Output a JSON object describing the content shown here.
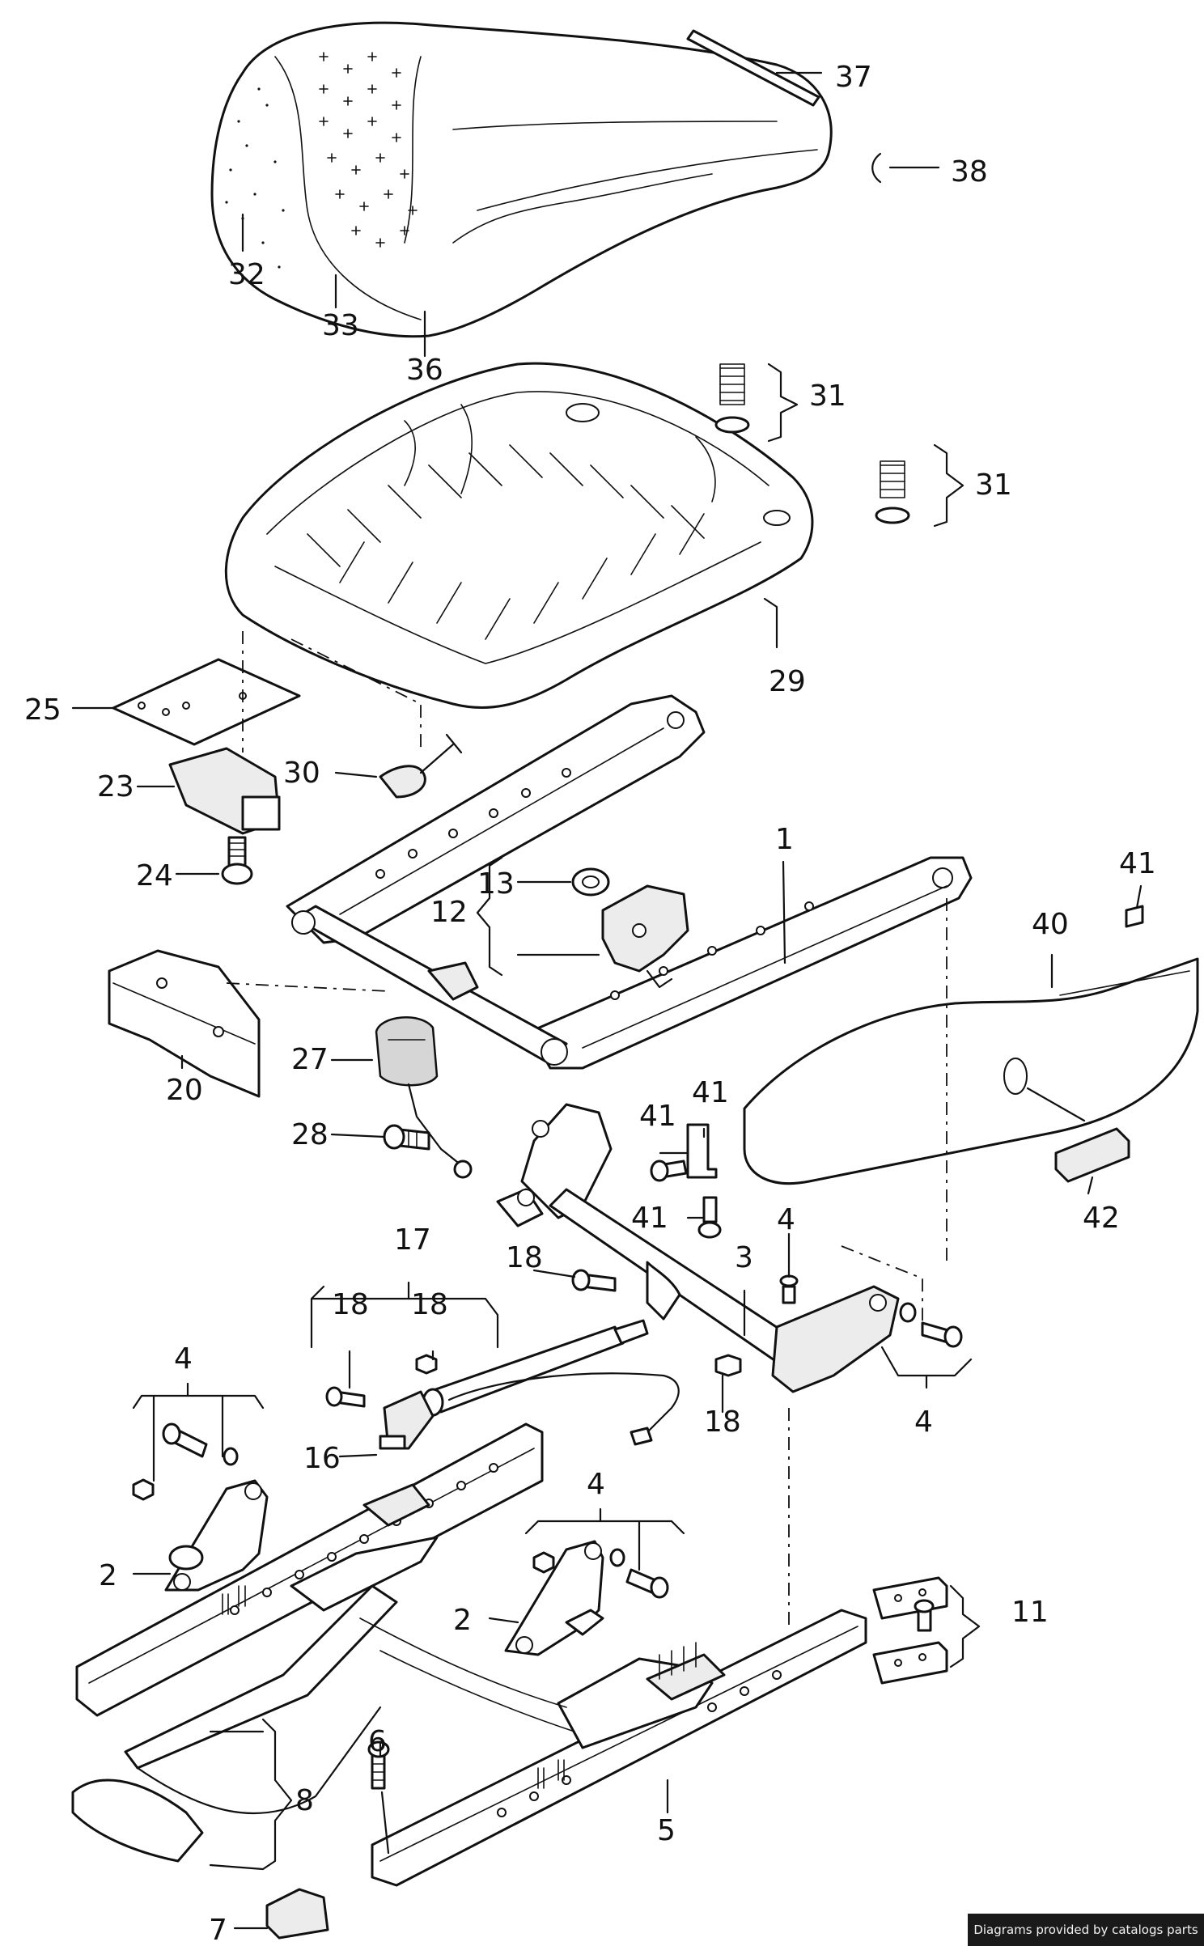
{
  "diagram": {
    "labels": [
      {
        "id": "1",
        "text": "1"
      },
      {
        "id": "2a",
        "text": "2"
      },
      {
        "id": "2b",
        "text": "2"
      },
      {
        "id": "3",
        "text": "3"
      },
      {
        "id": "4a",
        "text": "4"
      },
      {
        "id": "4b",
        "text": "4"
      },
      {
        "id": "4c",
        "text": "4"
      },
      {
        "id": "4d",
        "text": "4"
      },
      {
        "id": "5",
        "text": "5"
      },
      {
        "id": "6",
        "text": "6"
      },
      {
        "id": "7",
        "text": "7"
      },
      {
        "id": "8",
        "text": "8"
      },
      {
        "id": "11",
        "text": "11"
      },
      {
        "id": "12",
        "text": "12"
      },
      {
        "id": "13",
        "text": "13"
      },
      {
        "id": "16",
        "text": "16"
      },
      {
        "id": "17",
        "text": "17"
      },
      {
        "id": "18a",
        "text": "18"
      },
      {
        "id": "18b",
        "text": "18"
      },
      {
        "id": "18c",
        "text": "18"
      },
      {
        "id": "18d",
        "text": "18"
      },
      {
        "id": "20",
        "text": "20"
      },
      {
        "id": "23",
        "text": "23"
      },
      {
        "id": "24",
        "text": "24"
      },
      {
        "id": "25",
        "text": "25"
      },
      {
        "id": "27",
        "text": "27"
      },
      {
        "id": "28",
        "text": "28"
      },
      {
        "id": "29",
        "text": "29"
      },
      {
        "id": "30",
        "text": "30"
      },
      {
        "id": "31a",
        "text": "31"
      },
      {
        "id": "31b",
        "text": "31"
      },
      {
        "id": "32",
        "text": "32"
      },
      {
        "id": "33",
        "text": "33"
      },
      {
        "id": "36",
        "text": "36"
      },
      {
        "id": "37",
        "text": "37"
      },
      {
        "id": "38",
        "text": "38"
      },
      {
        "id": "40",
        "text": "40"
      },
      {
        "id": "41a",
        "text": "41"
      },
      {
        "id": "41b",
        "text": "41"
      },
      {
        "id": "41c",
        "text": "41"
      },
      {
        "id": "41d",
        "text": "41"
      },
      {
        "id": "42",
        "text": "42"
      }
    ]
  },
  "footer": {
    "credit": "Diagrams provided by catalogs parts"
  }
}
